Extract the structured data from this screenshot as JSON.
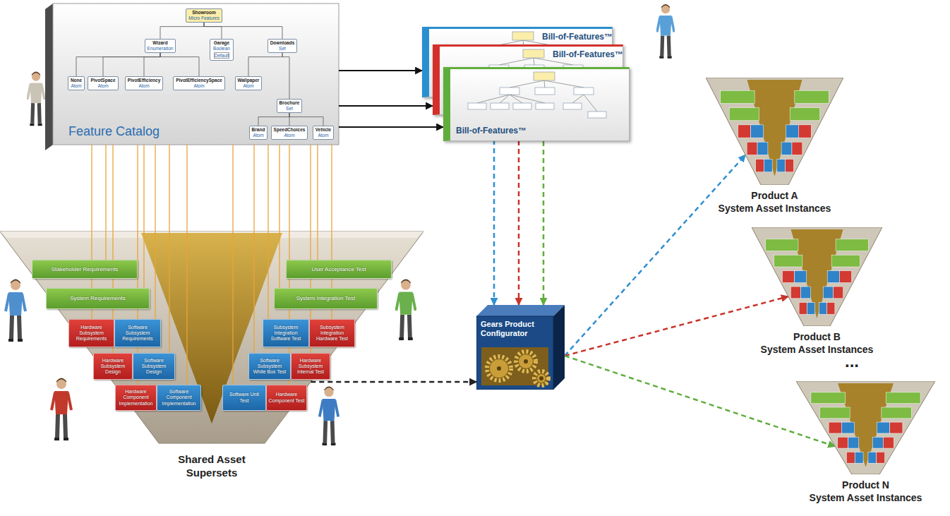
{
  "diagram": {
    "nodes": [
      {
        "text": [
          "Feature Catalog"
        ]
      },
      {
        "text": [
          "Showroom",
          "Micro Features"
        ],
        "in": 0
      },
      {
        "text": [
          "Wizard",
          "Enumeration"
        ],
        "in": 0
      },
      {
        "text": [
          "Garage",
          "Boolean",
          "Default"
        ],
        "in": 0
      },
      {
        "text": [
          "Downloads",
          "Set"
        ],
        "in": 0
      },
      {
        "text": [
          "None",
          "Atom"
        ],
        "in": 0
      },
      {
        "text": [
          "PivotSpace",
          "Atom"
        ],
        "in": 0
      },
      {
        "text": [
          "PivotEfficiency",
          "Atom"
        ],
        "in": 0
      },
      {
        "text": [
          "PivotEfficiencySpace",
          "Atom"
        ],
        "in": 0
      },
      {
        "text": [
          "Wallpaper",
          "Atom"
        ],
        "in": 0
      },
      {
        "text": [
          "Brochure",
          "Set"
        ],
        "in": 0
      },
      {
        "text": [
          "Brand",
          "Atom"
        ],
        "in": 0
      },
      {
        "text": [
          "SpeedChoices",
          "Atom"
        ],
        "in": 0
      },
      {
        "text": [
          "Vehicle",
          "Atom"
        ],
        "in": 0
      },
      {
        "text": [
          "Bill-of-Features™"
        ]
      },
      {
        "text": [
          "Bill-of-Features™"
        ]
      },
      {
        "text": [
          "Bill-of-Features™"
        ]
      },
      {
        "text": [
          "Shared Asset Supersets"
        ]
      },
      {
        "text": [
          "Stakeholder Requirements"
        ],
        "in": 17
      },
      {
        "text": [
          "System Requirements"
        ],
        "in": 17
      },
      {
        "text": [
          "Hardware Subsystem Requirements"
        ],
        "in": 17
      },
      {
        "text": [
          "Software Subsystem Requirements"
        ],
        "in": 17
      },
      {
        "text": [
          "Hardware Subsystem Design"
        ],
        "in": 17
      },
      {
        "text": [
          "Software Subsystem Design"
        ],
        "in": 17
      },
      {
        "text": [
          "Hardware Component Implementation"
        ],
        "in": 17
      },
      {
        "text": [
          "Software Component Implementation"
        ],
        "in": 17
      },
      {
        "text": [
          "User Acceptance Test"
        ],
        "in": 17
      },
      {
        "text": [
          "System Integration Test"
        ],
        "in": 17
      },
      {
        "text": [
          "Subsystem Integration Software Test"
        ],
        "in": 17
      },
      {
        "text": [
          "Subsystem Integration Hardware Test"
        ],
        "in": 17
      },
      {
        "text": [
          "Software Subsystem White Box Test"
        ],
        "in": 17
      },
      {
        "text": [
          "Hardware Subsystem Internal Test"
        ],
        "in": 17
      },
      {
        "text": [
          "Software Unit Test"
        ],
        "in": 17
      },
      {
        "text": [
          "Hardware Component Test"
        ],
        "in": 17
      },
      {
        "text": [
          "Gears Product Configurator"
        ]
      },
      {
        "text": [
          "Product A",
          "System Asset Instances"
        ]
      },
      {
        "text": [
          "Product B",
          "System Asset Instances"
        ]
      },
      {
        "text": [
          "Product N",
          "System Asset Instances"
        ]
      }
    ],
    "edges": [
      {
        "from": 1,
        "to": 2,
        "arrow": "none"
      },
      {
        "from": 1,
        "to": 3,
        "arrow": "none"
      },
      {
        "from": 1,
        "to": 4,
        "arrow": "none"
      },
      {
        "from": 2,
        "to": 5,
        "arrow": "none"
      },
      {
        "from": 2,
        "to": 6,
        "arrow": "none"
      },
      {
        "from": 2,
        "to": 7,
        "arrow": "none"
      },
      {
        "from": 2,
        "to": 8,
        "arrow": "none"
      },
      {
        "from": 4,
        "to": 9,
        "arrow": "none"
      },
      {
        "from": 4,
        "to": 10,
        "arrow": "none"
      },
      {
        "from": 10,
        "to": 11,
        "arrow": "none"
      },
      {
        "from": 10,
        "to": 12,
        "arrow": "none"
      },
      {
        "from": 10,
        "to": 13,
        "arrow": "none"
      },
      {
        "from": 0,
        "to": 14,
        "arrow": "to"
      },
      {
        "from": 0,
        "to": 15,
        "arrow": "to"
      },
      {
        "from": 0,
        "to": 16,
        "arrow": "to"
      },
      {
        "from": 14,
        "to": 34,
        "arrow": "to"
      },
      {
        "from": 15,
        "to": 34,
        "arrow": "to"
      },
      {
        "from": 16,
        "to": 34,
        "arrow": "to"
      },
      {
        "from": 17,
        "to": 34,
        "arrow": "to"
      },
      {
        "from": 34,
        "to": 35,
        "arrow": "to"
      },
      {
        "from": 34,
        "to": 36,
        "arrow": "to"
      },
      {
        "from": 34,
        "to": 37,
        "arrow": "to"
      },
      {
        "from": 0,
        "to": 18,
        "arrow": "none"
      },
      {
        "from": 0,
        "to": 19,
        "arrow": "none"
      },
      {
        "from": 0,
        "to": 20,
        "arrow": "none"
      },
      {
        "from": 0,
        "to": 21,
        "arrow": "none"
      },
      {
        "from": 0,
        "to": 22,
        "arrow": "none"
      },
      {
        "from": 0,
        "to": 23,
        "arrow": "none"
      },
      {
        "from": 0,
        "to": 24,
        "arrow": "none"
      },
      {
        "from": 0,
        "to": 25,
        "arrow": "none"
      },
      {
        "from": 0,
        "to": 26,
        "arrow": "none"
      },
      {
        "from": 0,
        "to": 27,
        "arrow": "none"
      },
      {
        "from": 0,
        "to": 28,
        "arrow": "none"
      },
      {
        "from": 0,
        "to": 29,
        "arrow": "none"
      },
      {
        "from": 0,
        "to": 30,
        "arrow": "none"
      },
      {
        "from": 0,
        "to": 31,
        "arrow": "none"
      },
      {
        "from": 0,
        "to": 32,
        "arrow": "none"
      },
      {
        "from": 0,
        "to": 33,
        "arrow": "none"
      }
    ],
    "labels": [
      "..."
    ]
  }
}
